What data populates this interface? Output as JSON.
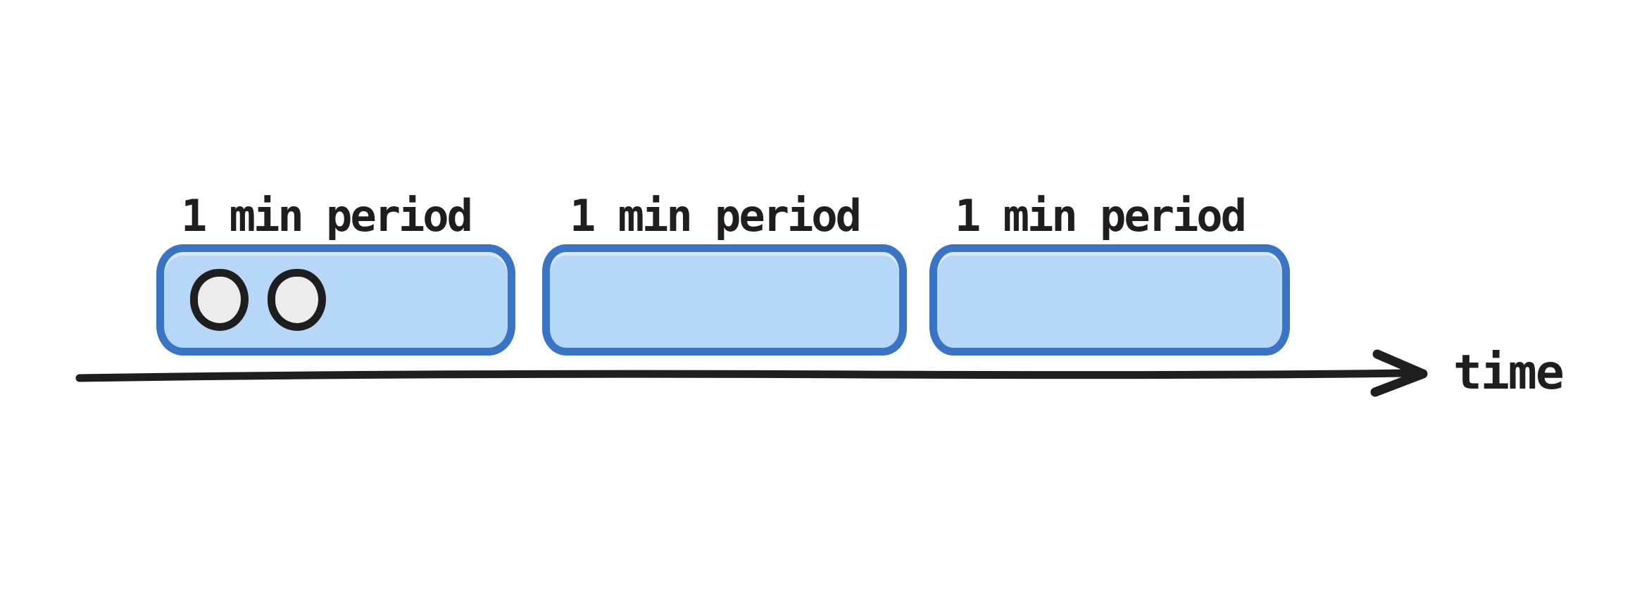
{
  "diagram": {
    "periods": [
      {
        "label": "1 min period",
        "events": 2
      },
      {
        "label": "1 min period",
        "events": 0
      },
      {
        "label": "1 min period",
        "events": 0
      }
    ],
    "axis_label": "time",
    "colors": {
      "box_fill": "#b6d7f8",
      "box_border": "#3974c5",
      "ink": "#1e1e1e",
      "event_fill": "#ececec"
    }
  }
}
